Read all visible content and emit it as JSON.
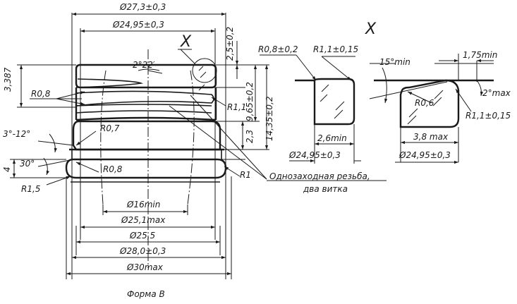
{
  "figure": {
    "caption": "Форма В",
    "section_marker": "X"
  },
  "main_view": {
    "dimensions_top": {
      "d_outer_top": "Ø27,3±0,3",
      "d_inner_top": "Ø24,95±0,3"
    },
    "dimensions_right": {
      "top_gap": "2,5±0,2",
      "thread_height": "9,65±0,2",
      "total_height": "14,35±0,2",
      "collar_step": "2,3"
    },
    "dimensions_left": {
      "top_offset": "3,387",
      "radius_top": "R0,8",
      "taper": "3°-12°",
      "angle": "30°",
      "height": "4",
      "radius_bottom": "R1,5"
    },
    "internal_labels": {
      "angle": "2°22′",
      "r_collar": "R0,7",
      "r_bottom": "R0,8",
      "r_thread": "R1,1",
      "r_outer": "R1"
    },
    "dimensions_bottom": [
      "Ø16min",
      "Ø25,1max",
      "Ø25,5",
      "Ø28,0±0,3",
      "Ø30max"
    ],
    "thread_note_line1": "Однозаходная резьба,",
    "thread_note_line2": "два витка"
  },
  "detail_a": {
    "radius_left": "R0,8±0,2",
    "radius_right": "R1,1±0,15",
    "width": "2,6min",
    "diameter": "Ø24,95±0,3"
  },
  "detail_b": {
    "angle_min": "15°min",
    "offset": "1,75min",
    "angle_max": "2°max",
    "radius_inner": "R0,6",
    "radius_outer": "R1,1±0,15",
    "width": "3,8 max",
    "diameter": "Ø24,95±0,3"
  }
}
